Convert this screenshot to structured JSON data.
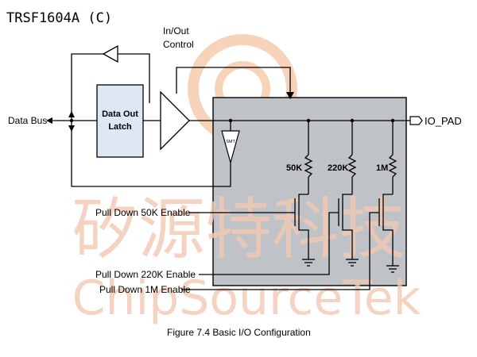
{
  "title": "TRSF1604A (C)",
  "labels": {
    "in_out_control_1": "In/Out",
    "in_out_control_2": "Control",
    "data_bus": "Data Bus",
    "latch_1": "Data Out",
    "latch_2": "Latch",
    "smt": "SMT",
    "io_pad": "IO_PAD",
    "r_50k": "50K",
    "r_220k": "220K",
    "r_1m": "1M",
    "pd_50k": "Pull Down 50K Enable",
    "pd_220k": "Pull Down 220K Enable",
    "pd_1m": "Pull Down 1M Enable"
  },
  "caption": "Figure 7.4    Basic I/O Configuration",
  "watermark": {
    "chinese": "矽源特科技",
    "latin": "ChipSourceTek"
  },
  "colors": {
    "module_fill": "#bfc3c8",
    "latch_fill": "#dfe6f4",
    "watermark": "#f3c9b3"
  }
}
